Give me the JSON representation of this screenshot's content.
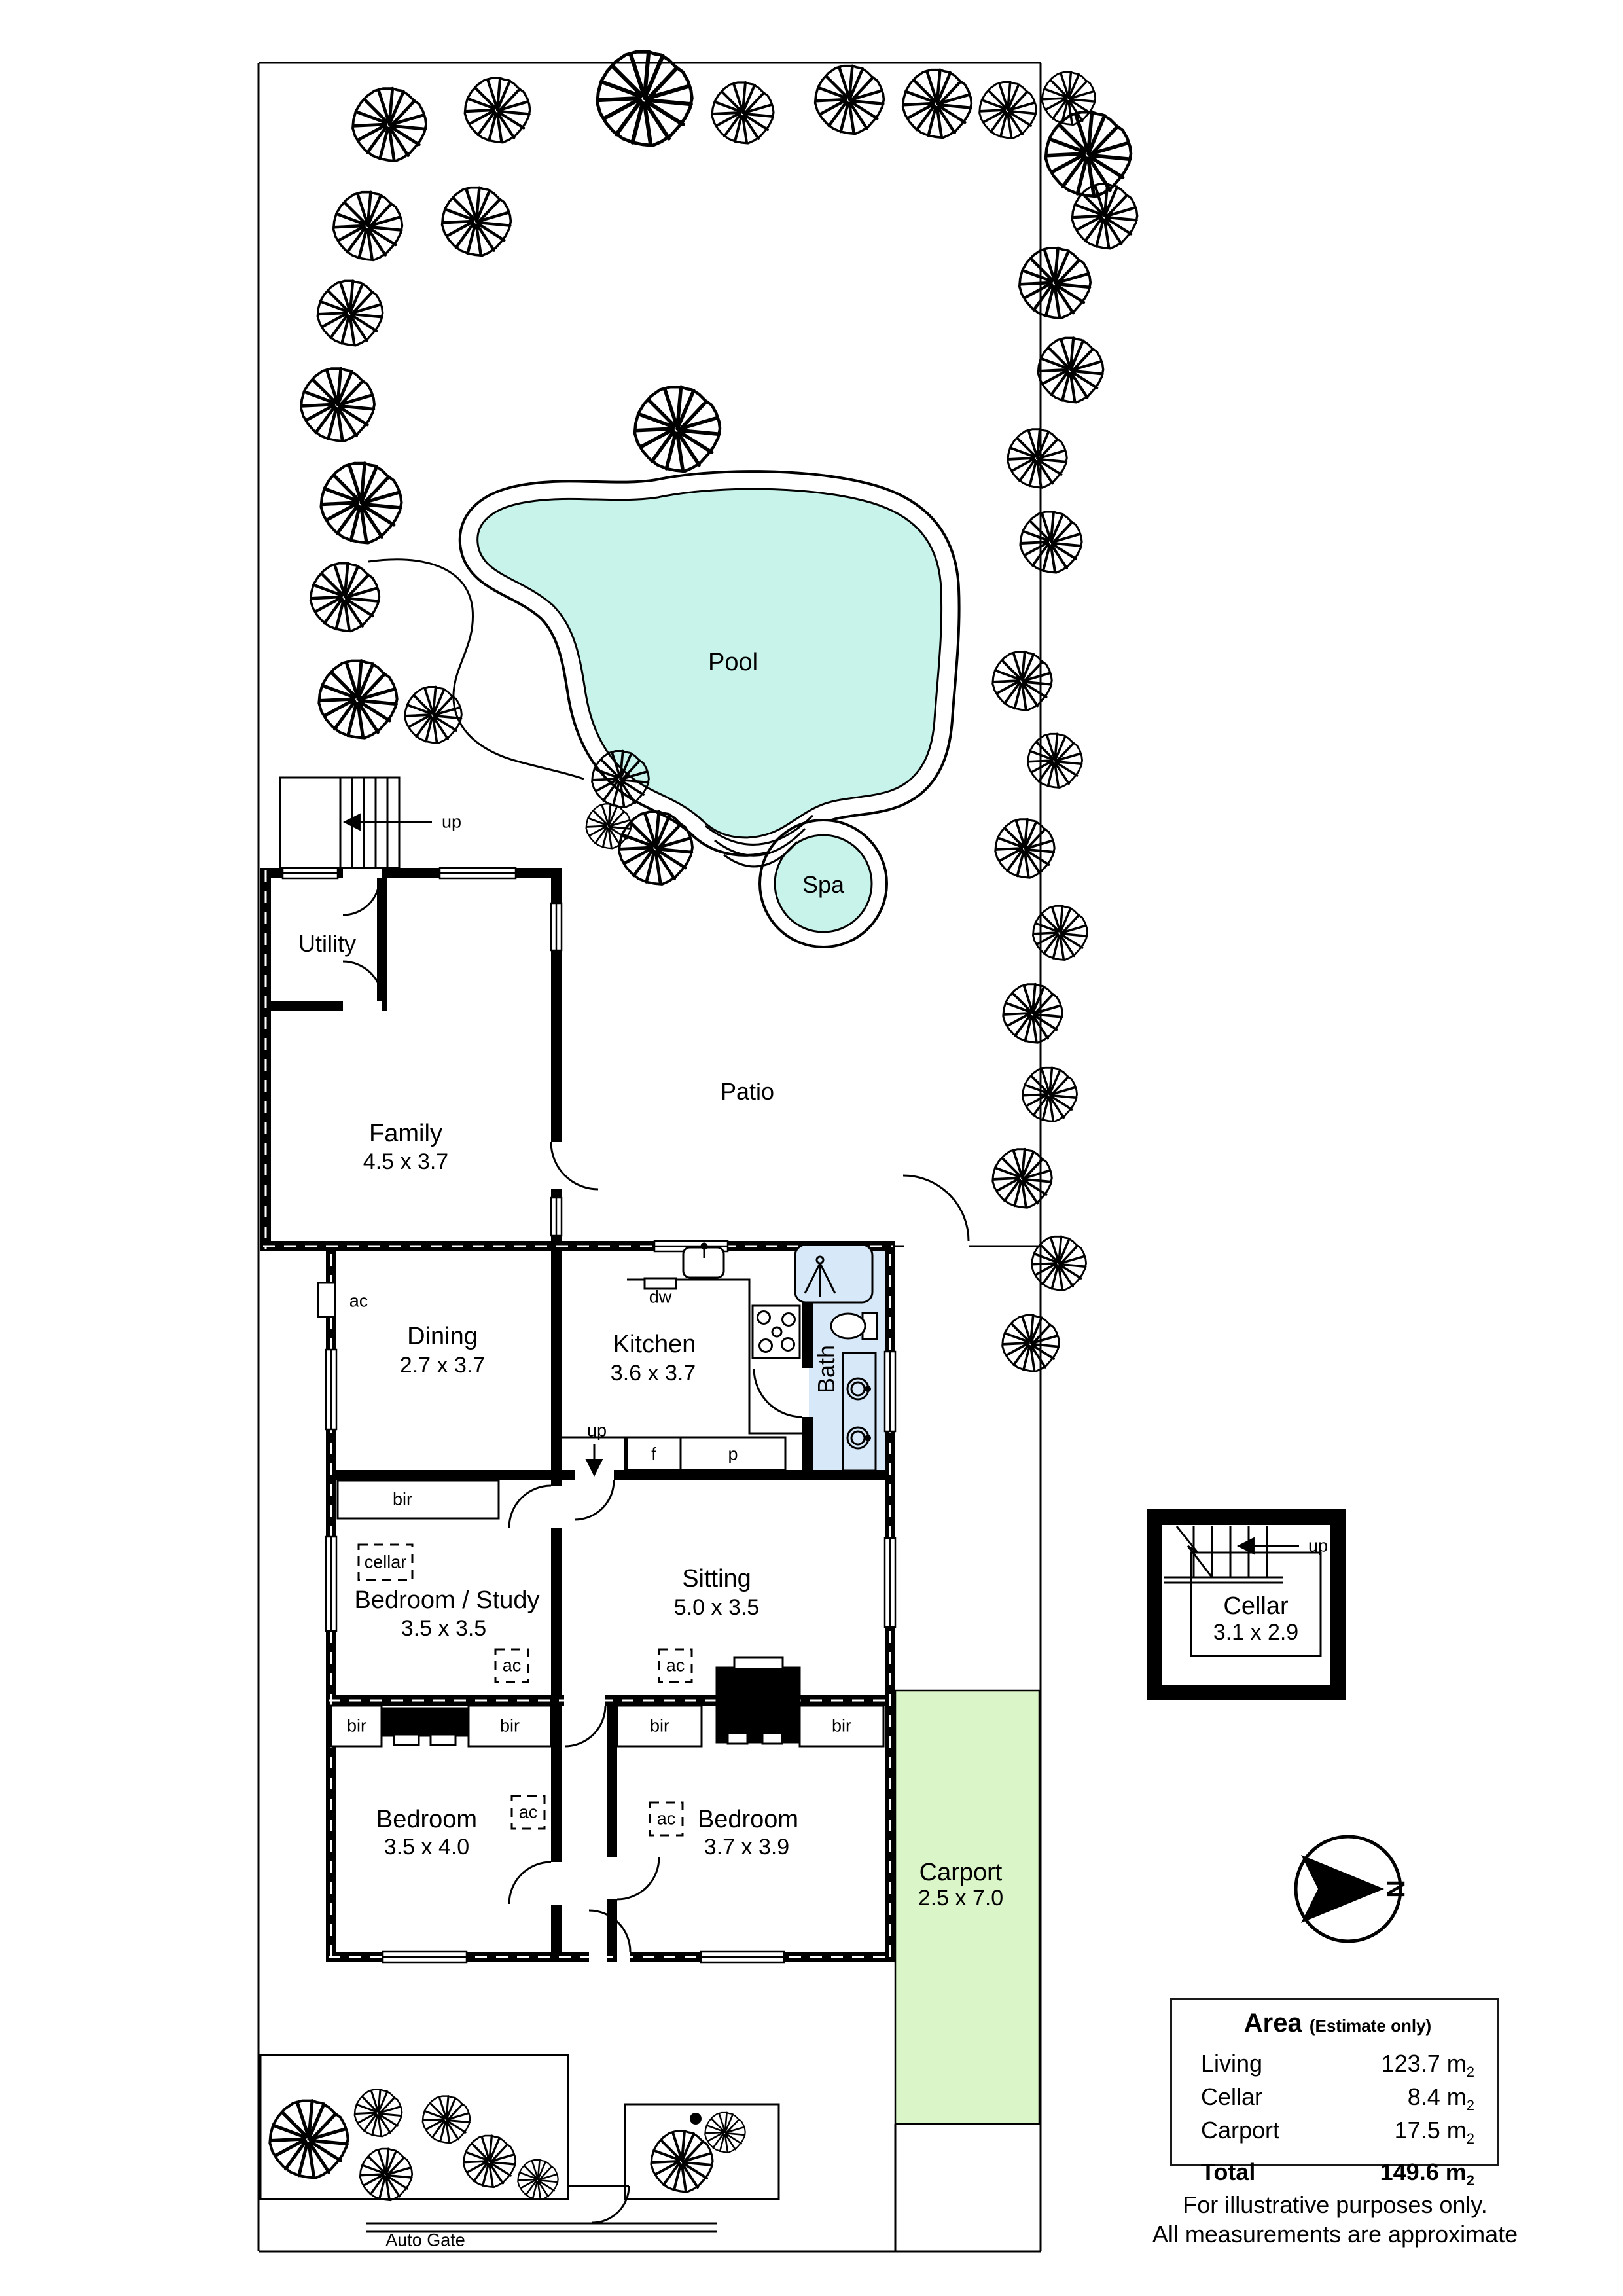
{
  "plan": {
    "labels": {
      "pool": "Pool",
      "spa": "Spa",
      "patio": "Patio",
      "utility": "Utility",
      "family_name": "Family",
      "family_dims": "4.5 x 3.7",
      "dining_name": "Dining",
      "dining_dims": "2.7 x 3.7",
      "kitchen_name": "Kitchen",
      "kitchen_dims": "3.6 x 3.7",
      "bath": "Bath",
      "sitting_name": "Sitting",
      "sitting_dims": "5.0 x 3.5",
      "bedroom_study_name": "Bedroom / Study",
      "bedroom_study_dims": "3.5 x 3.5",
      "bedroom_left_name": "Bedroom",
      "bedroom_left_dims": "3.5 x 4.0",
      "bedroom_right_name": "Bedroom",
      "bedroom_right_dims": "3.7 x 3.9",
      "carport_name": "Carport",
      "carport_dims": "2.5 x 7.0",
      "cellar_name": "Cellar",
      "cellar_dims": "3.1 x 2.9"
    },
    "markers": {
      "up": "up",
      "dw": "dw",
      "fridge": "f",
      "pantry": "p",
      "ac": "ac",
      "bir": "bir",
      "cellar": "cellar"
    },
    "auto_gate": "Auto Gate",
    "compass_north": "N"
  },
  "area_table": {
    "title": "Area",
    "subtitle": "(Estimate only)",
    "rows": [
      {
        "label": "Living",
        "value": "123.7"
      },
      {
        "label": "Cellar",
        "value": "8.4"
      },
      {
        "label": "Carport",
        "value": "17.5"
      }
    ],
    "total": {
      "label": "Total",
      "value": "149.6"
    },
    "unit": "m",
    "unit_sub": "2"
  },
  "footer": {
    "line1": "For illustrative purposes only.",
    "line2": "All measurements are approximate"
  },
  "colors": {
    "pool_water": "#c7f3ea",
    "bath": "#d7e9f8",
    "carport": "#daf6c9"
  }
}
